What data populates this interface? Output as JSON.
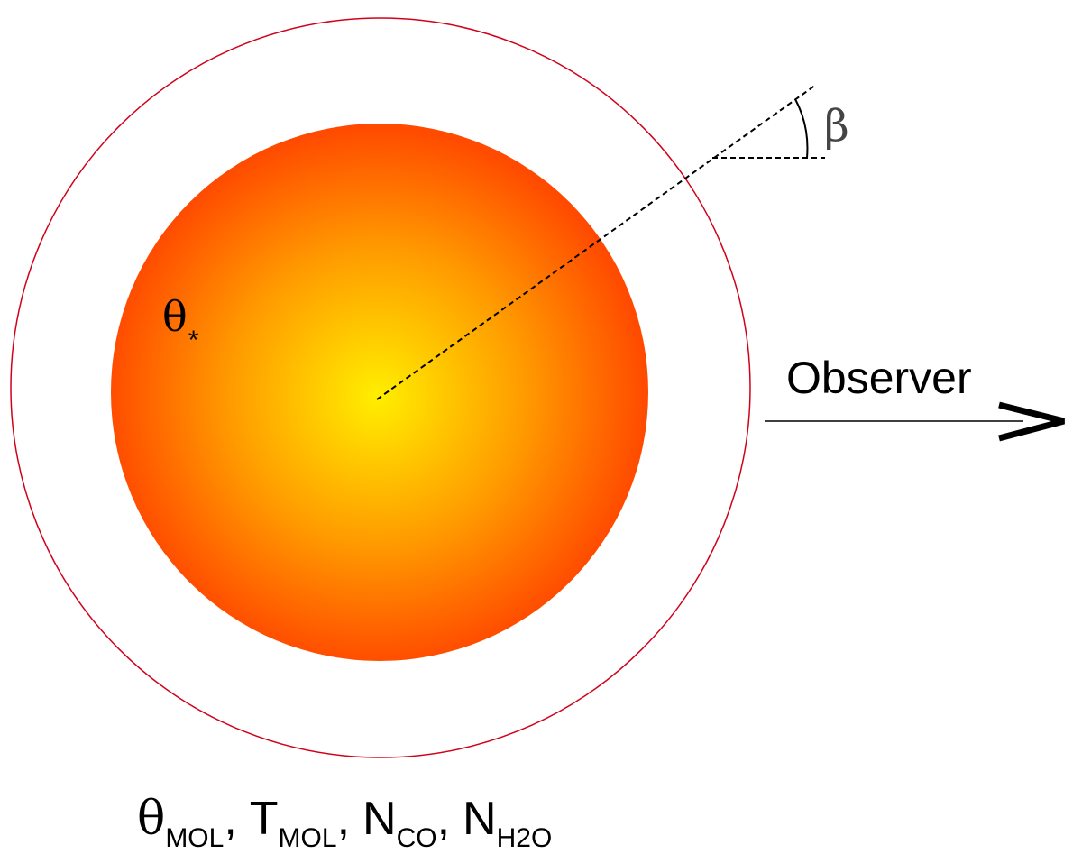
{
  "colors": {
    "star_center": "#ffee00",
    "star_mid": "#ff9a00",
    "star_edge": "#ff4a00",
    "shell_outline": "#d0021b",
    "ink": "#000000",
    "beta_ink": "#444444"
  },
  "labels": {
    "star": {
      "symbol": "θ",
      "subscript": "*"
    },
    "angle": "β",
    "observer": "Observer",
    "parameters": [
      {
        "symbol": "θ",
        "subscript": "MOL",
        "separator": ","
      },
      {
        "symbol": "T",
        "subscript": "MOL",
        "separator": ","
      },
      {
        "symbol": "N",
        "subscript": "CO",
        "separator": ","
      },
      {
        "symbol": "N",
        "subscript": "H2O",
        "separator": ""
      }
    ]
  }
}
